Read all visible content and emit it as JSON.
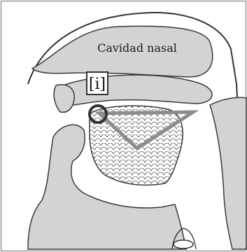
{
  "diagram": {
    "labels": {
      "nasal_cavity": "Cavidad nasal",
      "vowel_symbol": "[i]"
    },
    "colors": {
      "tissue_fill": "#d3d3d3",
      "outline": "#3a3a3a",
      "tongue_pattern": "#8a8a8a",
      "vowel_triangle": "#8c8c8c",
      "background": "#ffffff"
    },
    "icons": {
      "tongue": "scale-pattern",
      "vowel_marker": "circle"
    }
  }
}
